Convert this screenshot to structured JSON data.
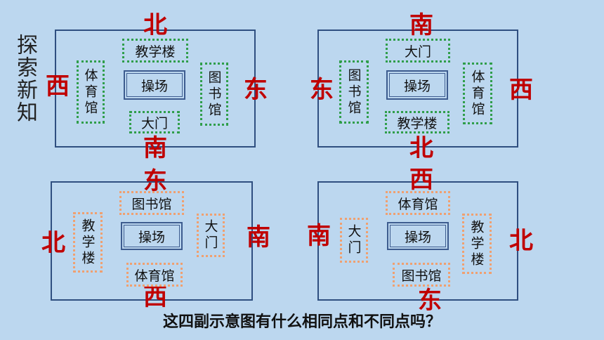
{
  "side_title": "探索新知",
  "question": "这四副示意图有什么相同点和不同点吗？",
  "colors": {
    "background": "#bcd7ef",
    "direction": "#c00000",
    "border_green": "#2f9e4a",
    "border_orange": "#f0a070",
    "frame": "#2f4f80"
  },
  "maps": [
    {
      "dirs": {
        "top": "北",
        "bottom": "南",
        "left": "西",
        "right": "东"
      },
      "top": "教学楼",
      "bottom": "大门",
      "left": "体育馆",
      "right": "图书馆",
      "center": "操场"
    },
    {
      "dirs": {
        "top": "南",
        "bottom": "北",
        "left": "东",
        "right": "西"
      },
      "top": "大门",
      "bottom": "教学楼",
      "left": "图书馆",
      "right": "体育馆",
      "center": "操场"
    },
    {
      "dirs": {
        "top": "东",
        "bottom": "西",
        "left": "北",
        "right": "南"
      },
      "top": "图书馆",
      "bottom": "体育馆",
      "left": "教学楼",
      "right": "大门",
      "center": "操场"
    },
    {
      "dirs": {
        "top": "西",
        "bottom": "东",
        "left": "南",
        "right": "北"
      },
      "top": "体育馆",
      "bottom": "图书馆",
      "left": "大门",
      "right": "教学楼",
      "center": "操场"
    }
  ]
}
